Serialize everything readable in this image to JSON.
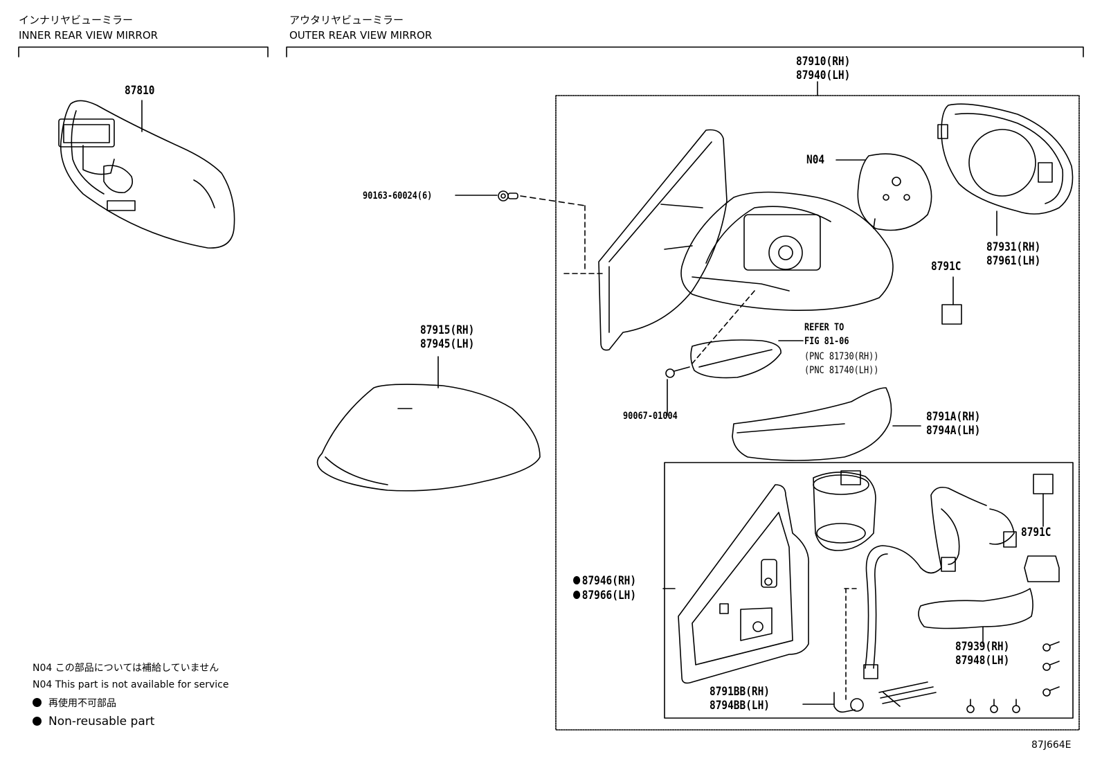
{
  "headers": {
    "inner_jp": "インナリヤビューミラー",
    "inner_en": "INNER REAR VIEW MIRROR",
    "outer_jp": "アウタリヤビューミラー",
    "outer_en": "OUTER REAR VIEW MIRROR"
  },
  "parts": {
    "p87810": "87810",
    "p87910": "87910(RH)",
    "p87940": "87940(LH)",
    "n04": "N04",
    "bolt1": "90163-60024(6)",
    "p87931": "87931(RH)",
    "p87961": "87961(LH)",
    "p8791c_a": "8791C",
    "p87915": "87915(RH)",
    "p87945": "87945(LH)",
    "refer1": "REFER TO",
    "refer2": "FIG 81-06",
    "refer3": "(PNC 81730(RH))",
    "refer4": "(PNC 81740(LH))",
    "bolt2": "90067-01004",
    "p8791a": "8791A(RH)",
    "p8794a": "8794A(LH)",
    "p8791c_b": "8791C",
    "p87946": "87946(RH)",
    "p87966": "87966(LH)",
    "p87939": "87939(RH)",
    "p87948": "87948(LH)",
    "p8791bb": "8791BB(RH)",
    "p8794bb": "8794BB(LH)"
  },
  "notes": {
    "n04_jp": "N04 この部品については補給していません",
    "n04_en": "N04 This part is not available for service",
    "nonreuse_jp": "再使用不可部品",
    "nonreuse_en": "Non-reusable part"
  },
  "figure_code": "87J664E"
}
